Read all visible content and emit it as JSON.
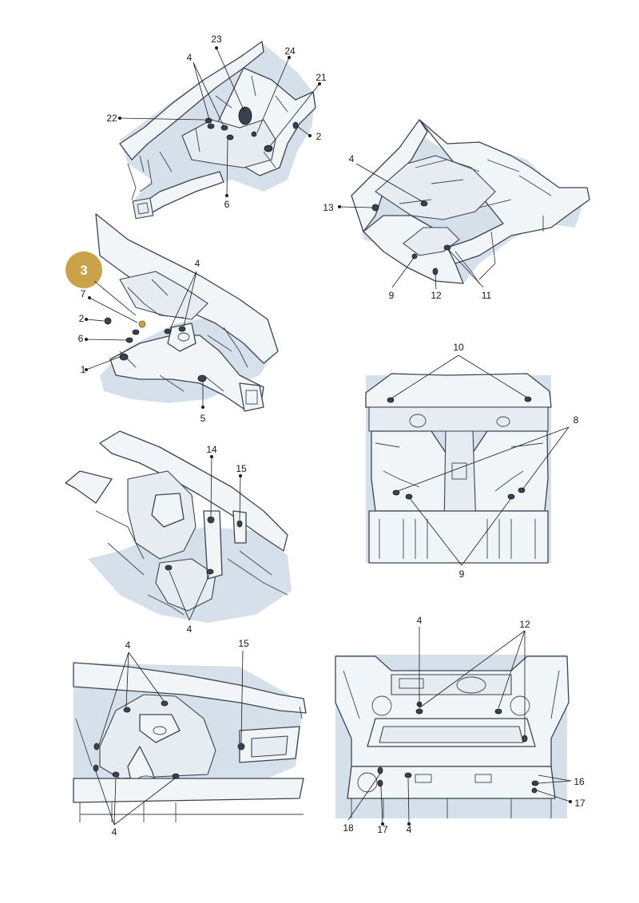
{
  "callout_badge": "3",
  "views": [
    {
      "name": "front-structure-upper-left",
      "labels": [
        "23",
        "24",
        "4",
        "22",
        "21",
        "2",
        "6"
      ]
    },
    {
      "name": "rear-floor-upper-right",
      "labels": [
        "4",
        "13",
        "9",
        "12",
        "11"
      ]
    },
    {
      "name": "front-structure-detail-3",
      "labels": [
        "7",
        "2",
        "6",
        "1",
        "4",
        "5"
      ]
    },
    {
      "name": "floor-pan-top",
      "labels": [
        "10",
        "8",
        "9"
      ]
    },
    {
      "name": "a-pillar-wheelhouse",
      "labels": [
        "14",
        "15",
        "4"
      ]
    },
    {
      "name": "front-wheelhouse-inner",
      "labels": [
        "4",
        "15",
        "4"
      ]
    },
    {
      "name": "rear-trunk-floor",
      "labels": [
        "4",
        "12",
        "16",
        "17",
        "18",
        "17",
        "4"
      ]
    }
  ]
}
